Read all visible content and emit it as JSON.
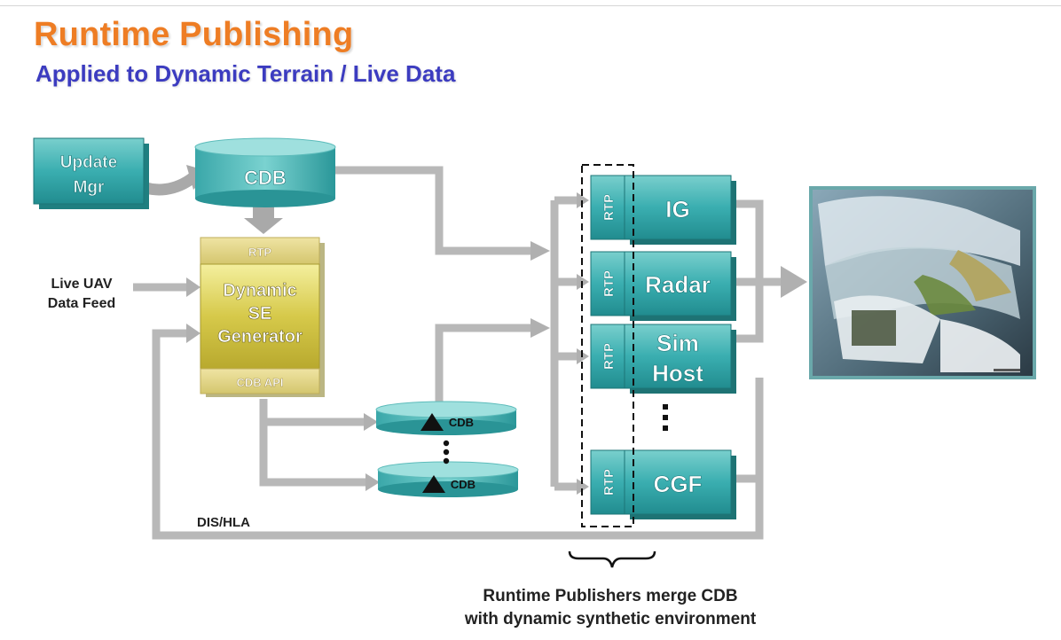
{
  "header": {
    "title": "Runtime Publishing",
    "subtitle": "Applied to Dynamic Terrain / Live Data"
  },
  "nodes": {
    "update_mgr": [
      "Update",
      "Mgr"
    ],
    "cdb_main": "CDB",
    "generator_rtp": "RTP",
    "generator": [
      "Dynamic",
      "SE",
      "Generator"
    ],
    "generator_api": "CDB API",
    "live_feed": [
      "Live UAV",
      "Data Feed"
    ],
    "cdb_small_a": "CDB",
    "cdb_small_b": "CDB",
    "rtp_tag": "RTP",
    "clients": {
      "ig": [
        "IG"
      ],
      "radar": [
        "Radar"
      ],
      "simhost": [
        "Sim",
        "Host"
      ],
      "cgf": [
        "CGF"
      ]
    },
    "bus_label": "DIS/HLA"
  },
  "caption": {
    "line1": "Runtime Publishers merge CDB",
    "line2": "with dynamic synthetic environment"
  },
  "colors": {
    "title": "#ee7d24",
    "subtitle": "#3c3cc0",
    "teal": "#2fa6a8",
    "teal_light": "#7fd1d0",
    "generator_gold": "#d9cc55",
    "arrow_gray": "#b4b4b4"
  }
}
